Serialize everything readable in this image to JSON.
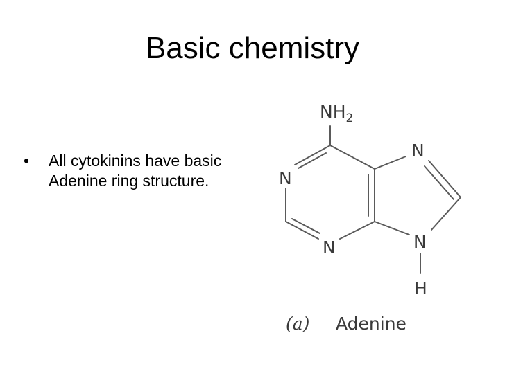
{
  "slide": {
    "title": "Basic chemistry",
    "bullets": [
      {
        "marker": "•",
        "text": "All cytokinins have basic Adenine ring structure."
      }
    ]
  },
  "molecule": {
    "atoms": {
      "nh2_n": "NH",
      "nh2_sub": "2",
      "n_left": "N",
      "n_bottom": "N",
      "n_top_right": "N",
      "n_bottom_right": "N",
      "h_bottom": "H"
    },
    "caption": {
      "label": "(a)",
      "name": "Adenine"
    }
  }
}
